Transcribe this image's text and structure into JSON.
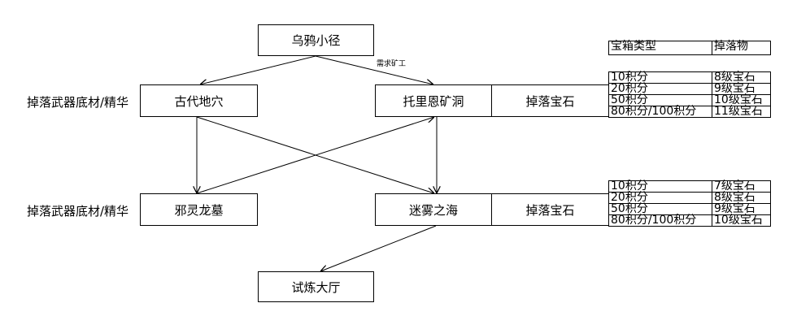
{
  "nodes": {
    "crow_path": "乌鸦小径",
    "ancient_cave": "古代地穴",
    "toriel_mine": "托里恩矿洞",
    "toriel_drop": "掉落宝石",
    "evil_tomb": "邪灵龙墓",
    "fog_sea": "迷雾之海",
    "fog_drop": "掉落宝石",
    "trial_hall": "试炼大厅"
  },
  "side_labels": {
    "ancient_cave_drop": "掉落武器底材/精华",
    "evil_tomb_drop": "掉落武器底材/精华"
  },
  "edge_labels": {
    "crow_to_mine": "需求矿工"
  },
  "header_table": {
    "col1": "宝箱类型",
    "col2": "掉落物"
  },
  "table_toriel": [
    [
      "10积分",
      "8级宝石"
    ],
    [
      "20积分",
      "9级宝石"
    ],
    [
      "50积分",
      "10级宝石"
    ],
    [
      "80积分/100积分",
      "11级宝石"
    ]
  ],
  "table_fog": [
    [
      "10积分",
      "7级宝石"
    ],
    [
      "20积分",
      "8级宝石"
    ],
    [
      "50积分",
      "9级宝石"
    ],
    [
      "80积分/100积分",
      "10级宝石"
    ]
  ]
}
